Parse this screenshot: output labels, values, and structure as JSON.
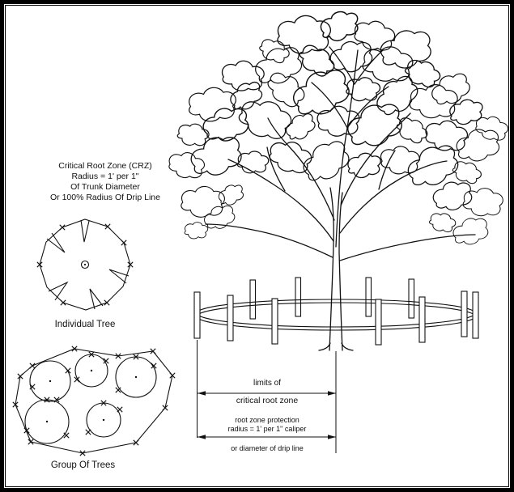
{
  "drawing": {
    "background": "#ffffff",
    "line_color": "#111111"
  },
  "crz_note": {
    "line1": "Critical Root Zone (CRZ)",
    "line2": "Radius = 1' per 1\"",
    "line3": "Of Trunk Diameter",
    "line4": "Or 100% Radius Of Drip Line"
  },
  "individual_tree": {
    "label": "Individual Tree"
  },
  "group_of_trees": {
    "label": "Group Of Trees"
  },
  "dimension_callouts": {
    "limits_label_line1": "limits of",
    "limits_label_line2": "critical root zone",
    "protection_label_line1": "root zone protection",
    "protection_label_line2": "radius = 1' per 1\" caliper",
    "protection_label_line3": "or diameter of drip line"
  }
}
